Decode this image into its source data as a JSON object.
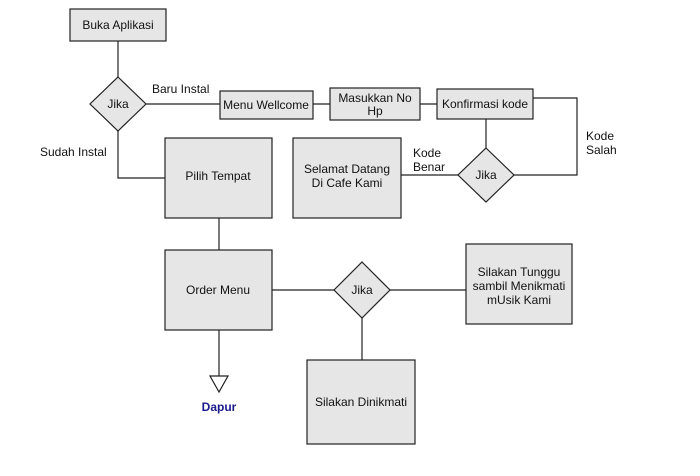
{
  "nodes": {
    "buka_aplikasi": "Buka Aplikasi",
    "jika_1": "Jika",
    "menu_welcome": "Menu Wellcome",
    "masukkan_no_hp": [
      "Masukkan No",
      "Hp"
    ],
    "konfirmasi_kode": "Konfirmasi kode",
    "jika_2": "Jika",
    "pilih_tempat": "Pilih Tempat",
    "selamat_datang": [
      "Selamat Datang",
      "Di Cafe Kami"
    ],
    "order_menu": "Order Menu",
    "jika_3": "Jika",
    "silakan_tunggu": [
      "Silakan Tunggu",
      "sambil Menikmati",
      "mUsik Kami"
    ],
    "silakan_dinikmati": "Silakan Dinikmati",
    "dapur": "Dapur"
  },
  "edge_labels": {
    "baru_instal": "Baru Instal",
    "sudah_instal": "Sudah Instal",
    "kode_salah": [
      "Kode",
      "Salah"
    ],
    "kode_benar": [
      "Kode",
      "Benar"
    ]
  },
  "colors": {
    "box_fill": "#e6e6e6",
    "stroke": "#222222",
    "dapur_text": "#1a1a8c"
  }
}
